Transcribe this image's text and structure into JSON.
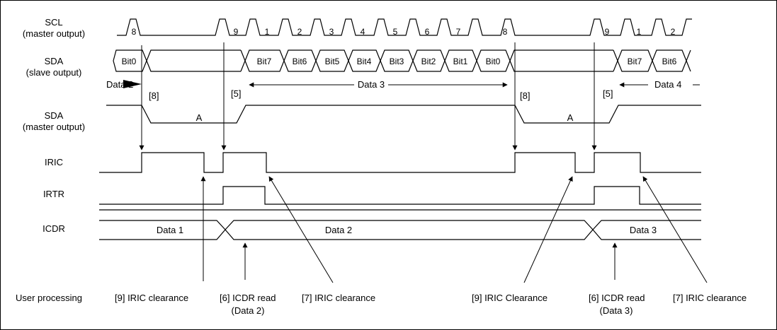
{
  "signals": {
    "scl": [
      "SCL",
      "(master output)"
    ],
    "sda_slave": [
      "SDA",
      "(slave output)"
    ],
    "sda_master": [
      "SDA",
      "(master output)"
    ],
    "iric": "IRIC",
    "irtr": "IRTR",
    "icdr": "ICDR"
  },
  "scl_pulse_labels": [
    "8",
    "9",
    "1",
    "2",
    "3",
    "4",
    "5",
    "6",
    "7",
    "8",
    "9",
    "1",
    "2"
  ],
  "sda_slave_bits": [
    "Bit0",
    "Bit7",
    "Bit6",
    "Bit5",
    "Bit4",
    "Bit3",
    "Bit2",
    "Bit1",
    "Bit0",
    "Bit7",
    "Bit6"
  ],
  "data_labels": {
    "data2": "Data 2",
    "data3": "Data 3",
    "data4": "Data 4"
  },
  "step_markers": [
    "[8]",
    "[5]",
    "[8]",
    "[5]"
  ],
  "ack_labels": [
    "A",
    "A"
  ],
  "icdr_values": [
    "Data 1",
    "Data 2",
    "Data 3"
  ],
  "user_processing": {
    "label": "User processing",
    "steps": [
      "[9] IRIC clearance",
      "[6] ICDR read",
      "(Data 2)",
      "[7] IRIC clearance",
      "[9] IRIC Clearance",
      "[6] ICDR read",
      "(Data 3)",
      "[7] IRIC clearance"
    ]
  }
}
